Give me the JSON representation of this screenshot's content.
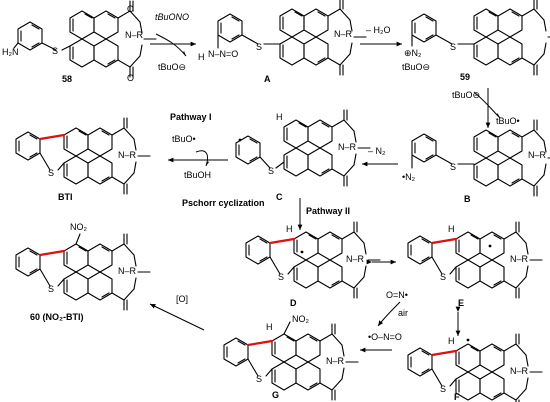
{
  "scheme": {
    "compounds": {
      "c58": "58",
      "cA": "A",
      "c59": "59",
      "cB": "B",
      "cC": "C",
      "cBTI": "BTI",
      "cD": "D",
      "cE": "E",
      "cF": "F",
      "cG": "G",
      "c60": "60 (NO₂-BTI)"
    },
    "reagents": {
      "tbuono": "tBuONO",
      "tbuo_minus": "tBuO⊖",
      "minus_h2o": "– H₂O",
      "minus_n2": "– N₂",
      "tbuo_dot": "tBuO•",
      "tbuoh": "tBuOH",
      "air": "air",
      "no_radical": "O=N•",
      "no2_radical": "•O–N=O",
      "oxidation": "[O]"
    },
    "labels": {
      "pathway1": "Pathway I",
      "pathway2": "Pathway II",
      "pschorr": "Pschorr cyclization",
      "r_group": "N–R",
      "h2n": "H₂N",
      "s_atom": "S",
      "o_atom": "O",
      "h_atom": "H",
      "no2": "NO₂",
      "n2plus": "⊕N₂",
      "n2dot": "•N₂",
      "nno": "N–N=O"
    }
  }
}
